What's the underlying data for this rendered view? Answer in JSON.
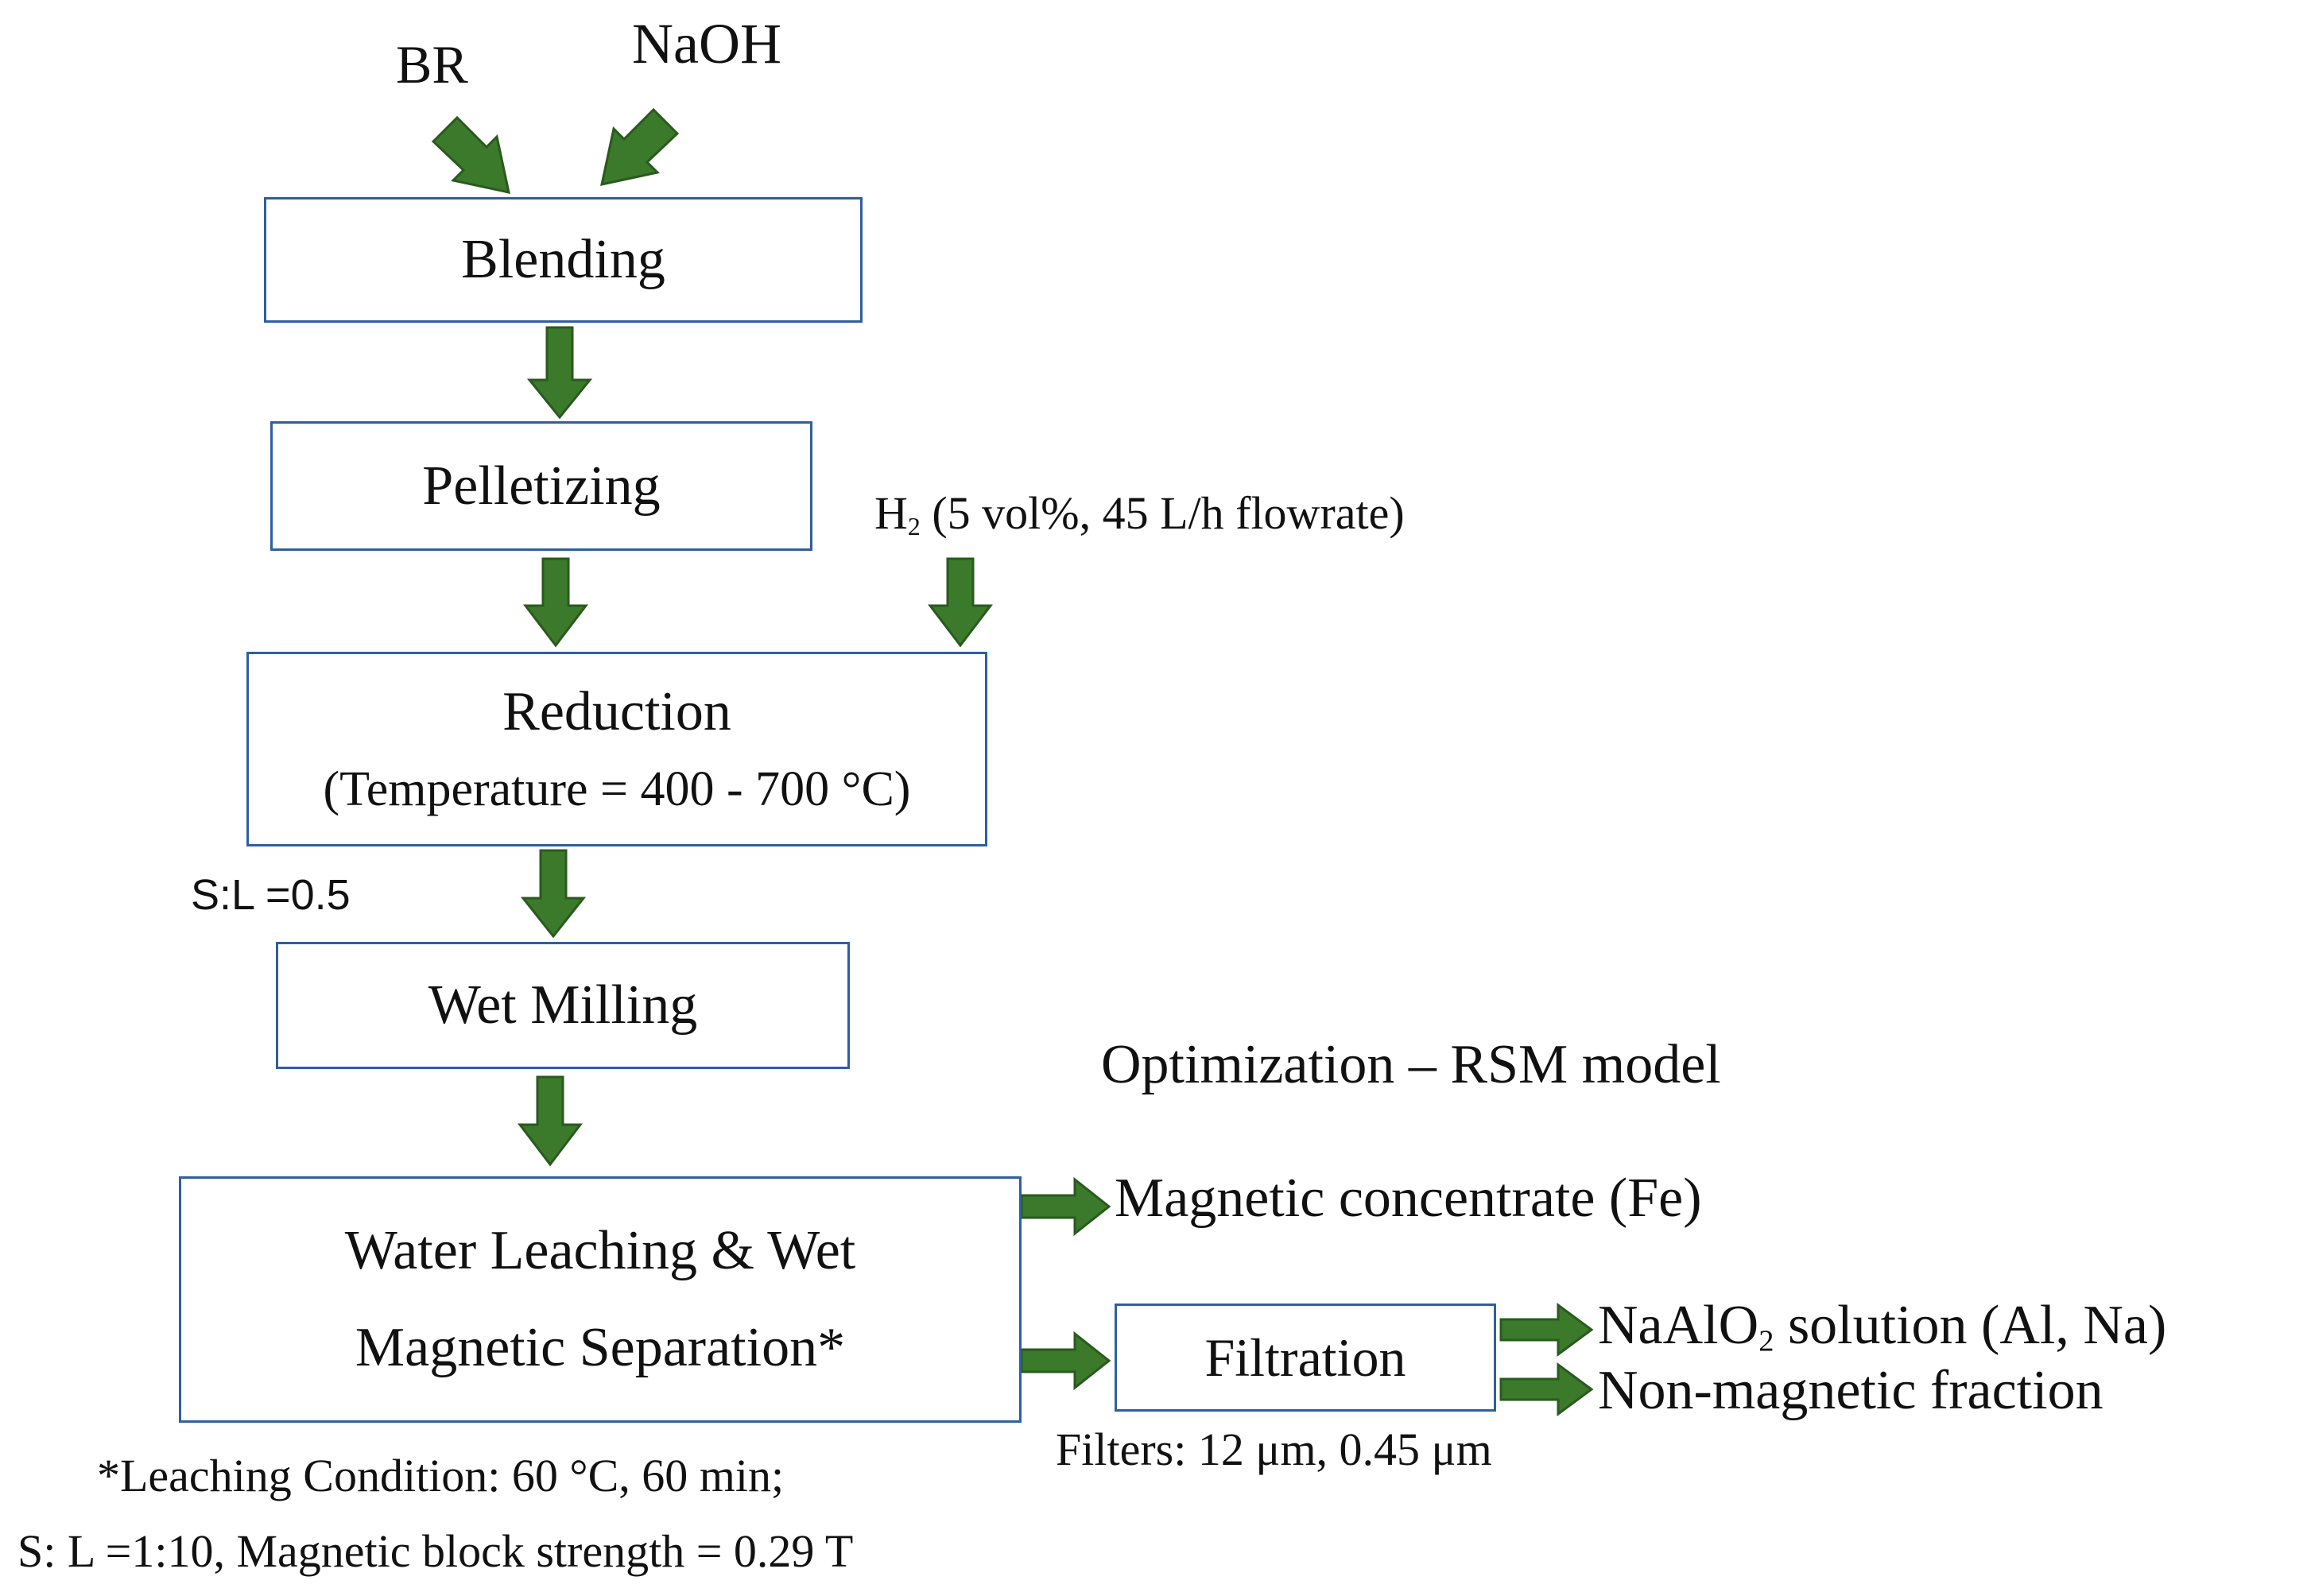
{
  "inputs": {
    "br": "BR",
    "naoh": "NaOH"
  },
  "steps": {
    "blending": "Blending",
    "pelletizing": "Pelletizing",
    "reduction": "Reduction",
    "reduction_condition": "(Temperature = 400 - 700 °C)",
    "wet_milling": "Wet Milling",
    "leaching_line1": "Water Leaching & Wet",
    "leaching_line2": "Magnetic Separation*",
    "filtration": "Filtration"
  },
  "hydrogen": {
    "symbol": "H",
    "subscript": "2",
    "condition": "(5 vol%, 45 L/h flowrate)"
  },
  "sl_ratio": "S:L =0.5",
  "optimization": "Optimization – RSM model",
  "outputs": {
    "magnetic_concentrate": "Magnetic concentrate (Fe)",
    "naalo2_prefix": "NaAlO",
    "naalo2_subscript": "2",
    "naalo2_suffix": " solution (Al, Na)",
    "non_magnetic": "Non-magnetic fraction"
  },
  "filters_note": "Filters:  12 μm, 0.45 μm",
  "leaching_note": {
    "line1": "*Leaching Condition: 60 °C, 60 min;",
    "line2": "S: L =1:10, Magnetic block strength = 0.29 T"
  },
  "colors": {
    "arrow": "#3a7a2a",
    "arrow_outline": "#2a5a1e",
    "box_border": "#2e5fa1"
  }
}
